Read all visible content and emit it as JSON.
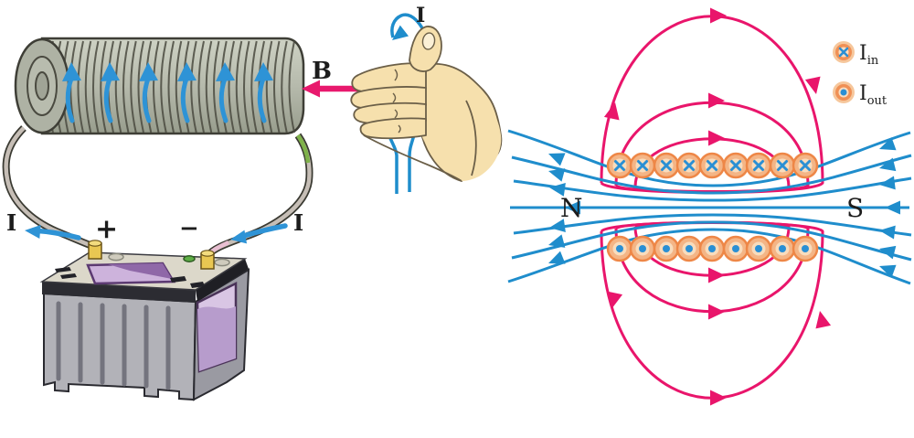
{
  "left_panel": {
    "current_left": "I",
    "plus": "+",
    "minus": "−",
    "current_right": "I"
  },
  "hand_panel": {
    "current": "I",
    "field": "B"
  },
  "field_panel": {
    "north": "N",
    "south": "S",
    "turns_per_row": 9,
    "legend": {
      "into_main": "I",
      "into_sub": "in",
      "out_main": "I",
      "out_sub": "out"
    }
  },
  "colors": {
    "field_line_blue": "#1f8dcc",
    "field_loop_pink": "#e9156b",
    "current_arrow_blue": "#2e93d6",
    "wire_turn_orange": "#ee8747",
    "hand_skin": "#f6e0ad",
    "coil_body": "#b6baac",
    "battery_purple": "#c9aed9",
    "terminal_yellow": "#e9c752"
  }
}
